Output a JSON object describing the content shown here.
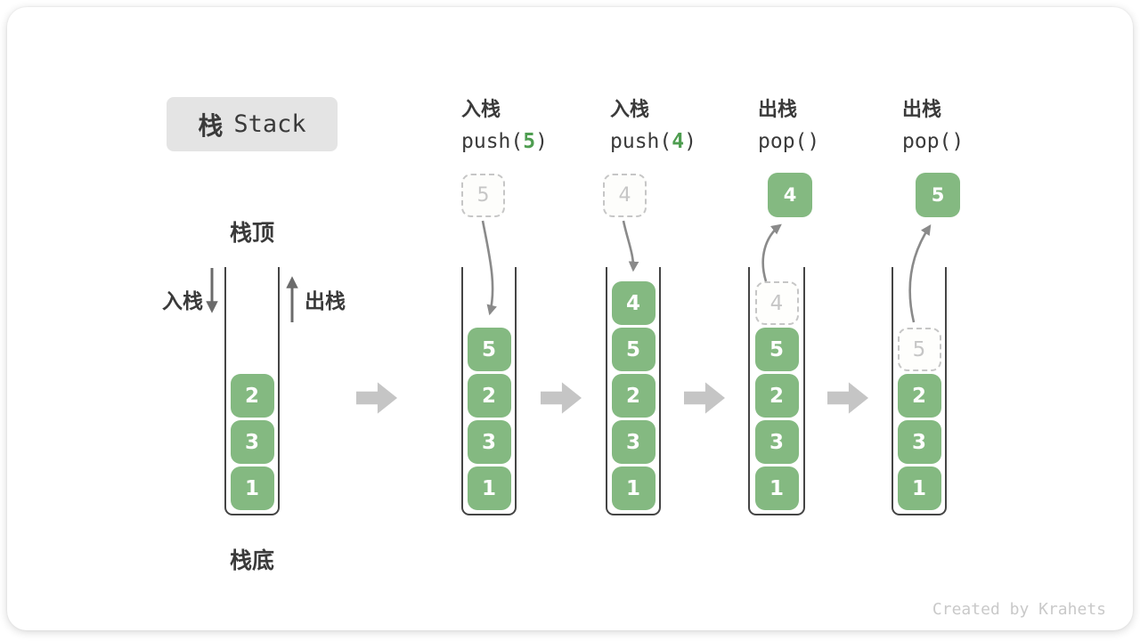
{
  "title": {
    "zh": "栈",
    "en": "Stack"
  },
  "stack_labels": {
    "top": "栈顶",
    "bottom": "栈底",
    "push": "入栈",
    "pop": "出栈"
  },
  "columns": [
    {
      "stack": [
        "2",
        "3",
        "1"
      ]
    },
    {
      "op": {
        "name": "入栈",
        "pre": "push(",
        "arg": "5",
        "post": ")"
      },
      "floating": "5",
      "stack": [
        "5",
        "2",
        "3",
        "1"
      ]
    },
    {
      "op": {
        "name": "入栈",
        "pre": "push(",
        "arg": "4",
        "post": ")"
      },
      "floating": "4",
      "stack": [
        "4",
        "5",
        "2",
        "3",
        "1"
      ]
    },
    {
      "op": {
        "name": "出栈",
        "pre": "pop(",
        "arg": "",
        "post": ")"
      },
      "floating": "4",
      "ghost": "4",
      "stack": [
        "5",
        "2",
        "3",
        "1"
      ]
    },
    {
      "op": {
        "name": "出栈",
        "pre": "pop(",
        "arg": "",
        "post": ")"
      },
      "floating": "5",
      "ghost": "5",
      "stack": [
        "2",
        "3",
        "1"
      ]
    }
  ],
  "watermark": "Created by Krahets",
  "colors": {
    "value_box_green": "#84b981",
    "code_arg_green": "#4e9d50",
    "block_arrow_gray": "#c5c5c5",
    "curve_arrow_gray": "#8a8a8a",
    "inout_arrow_gray": "#6b6b6b",
    "container_border": "#454545",
    "ghost_border": "#c6c6c6",
    "title_bg": "#e4e4e4",
    "text": "#3a3a3a",
    "watermark_gray": "#c9c9c9"
  }
}
